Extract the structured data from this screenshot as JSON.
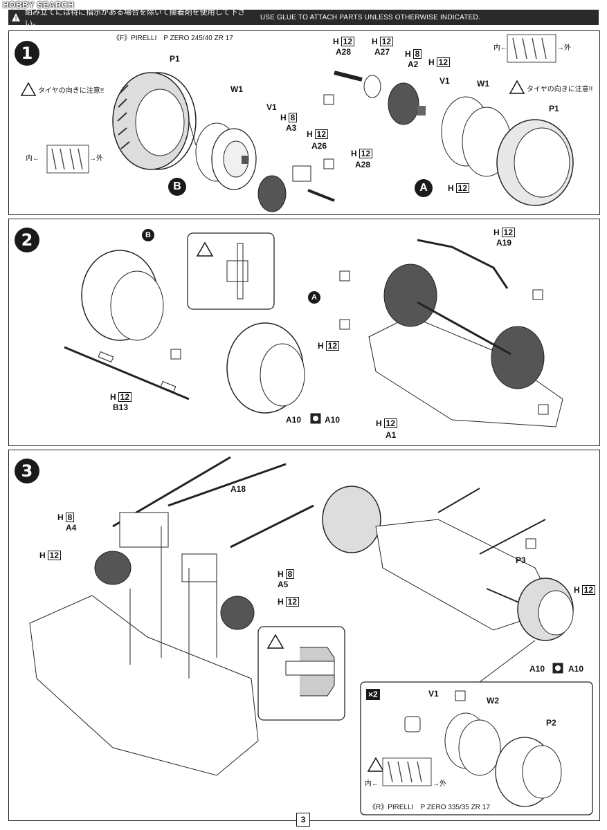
{
  "watermark": "HOBBY SEARCH",
  "header": {
    "jp": "組み立てには特に指示がある場合を除いて接着剤を使用して下さい。",
    "en": "USE GLUE TO ATTACH PARTS UNLESS OTHERWISE INDICATED."
  },
  "steps": {
    "s1": "1",
    "s2": "2",
    "s3": "3"
  },
  "step1": {
    "tire_front": "《F》PIRELLI　P  ZERO 245/40 ZR 17",
    "note": "タイヤの向きに注意!!",
    "note2": "タイヤの向きに注意!!",
    "in_label": "内←",
    "out_label": "→外",
    "in_label2": "内←",
    "out_label2": "→外",
    "parts": {
      "p1": "P1",
      "w1": "W1",
      "v1": "V1",
      "a3": "A3",
      "a26": "A26",
      "a28": "A28",
      "a28b": "A28",
      "a27": "A27",
      "a2": "A2",
      "v1b": "V1",
      "w1b": "W1",
      "p1b": "P1"
    },
    "runners": {
      "h": "H",
      "n8": "8",
      "n12": "12"
    },
    "badge_b": "B",
    "badge_a": "A"
  },
  "step2": {
    "badge_b": "B",
    "badge_a": "A",
    "parts": {
      "b13": "B13",
      "a10": "A10",
      "a10b": "A10",
      "a19": "A19",
      "a1": "A1"
    },
    "runners": {
      "h": "H",
      "n12": "12"
    }
  },
  "step3": {
    "parts": {
      "a18": "A18",
      "a4": "A4",
      "a5": "A5",
      "p3": "P3",
      "a10": "A10",
      "a10b": "A10",
      "v1": "V1",
      "w2": "W2",
      "p2": "P2"
    },
    "runners": {
      "h": "H",
      "n8": "8",
      "n12": "12"
    },
    "x2": "×2",
    "in_label": "内←",
    "out_label": "→外",
    "tire_rear": "《R》PIRELLI　P  ZERO 335/35 ZR 17"
  },
  "page_number": "3"
}
